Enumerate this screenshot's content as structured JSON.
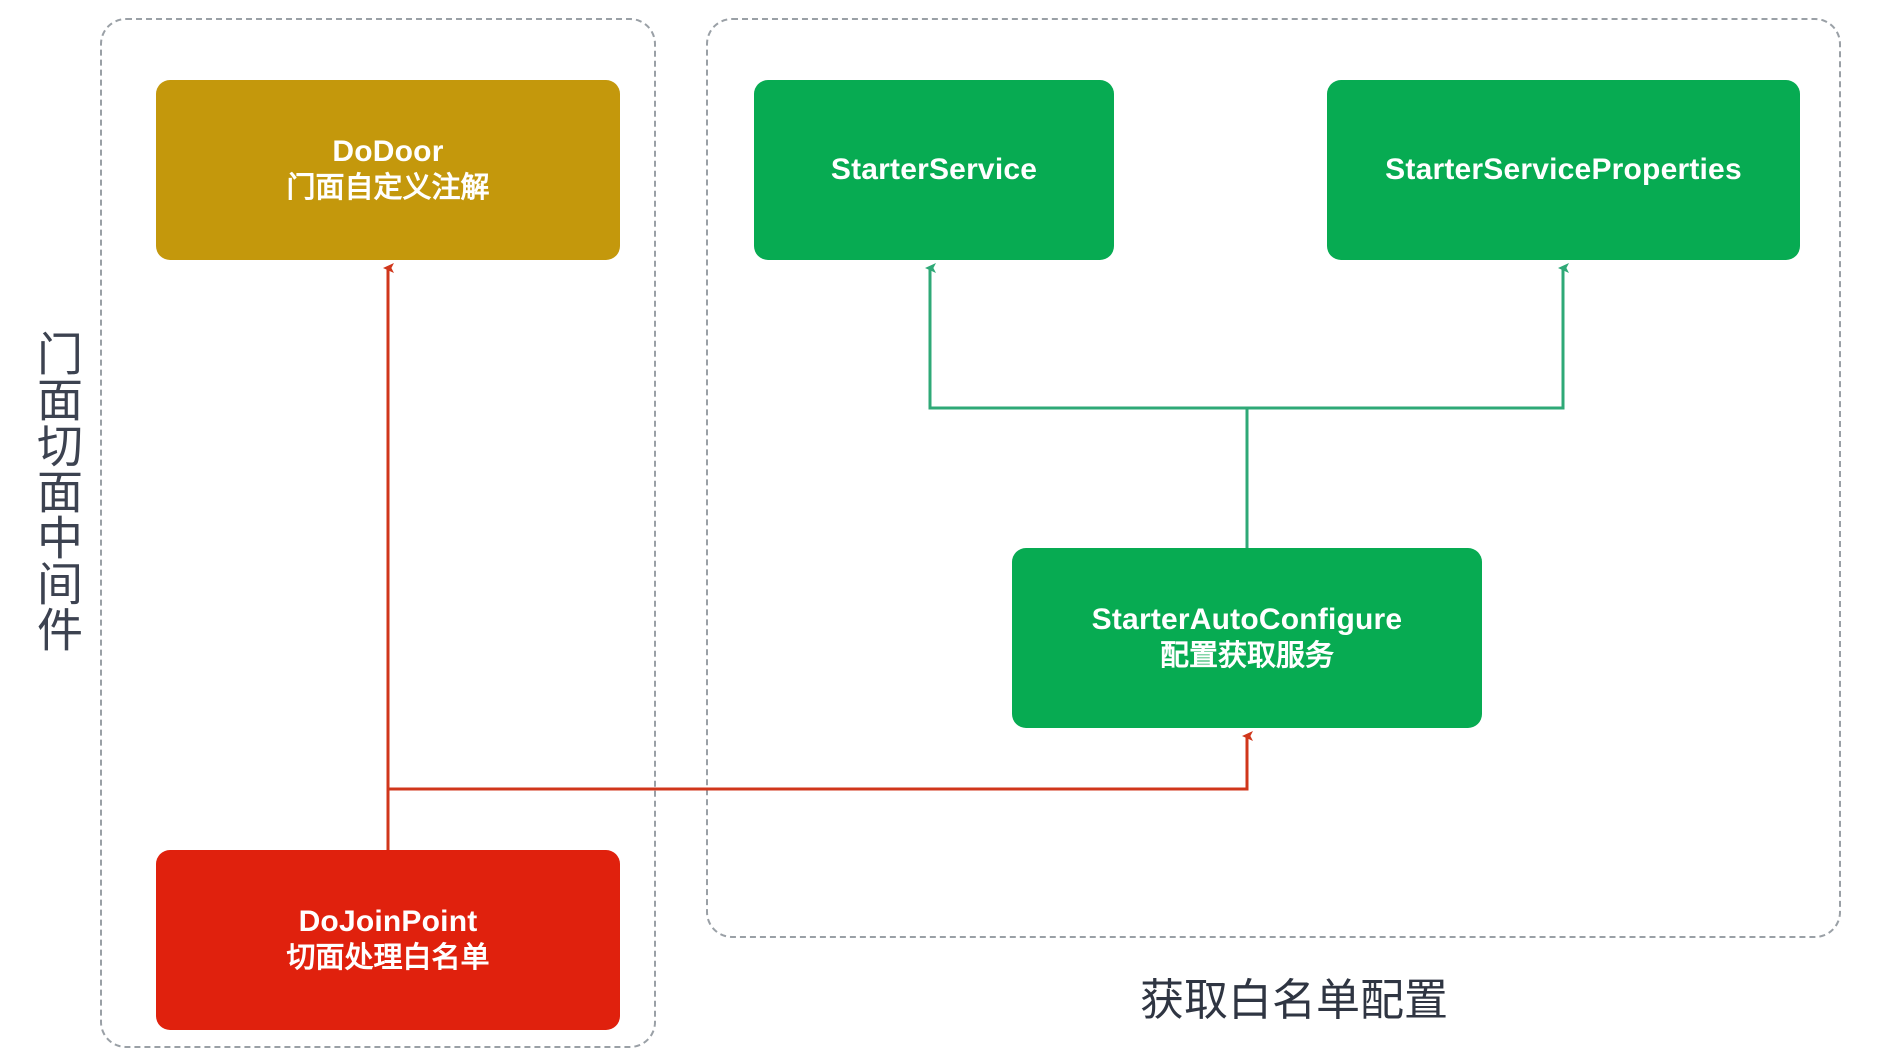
{
  "diagram": {
    "title_side_vertical": "门面切面中间件",
    "caption_bottom": "获取白名单配置",
    "groups": [
      {
        "id": "left",
        "label": "门面切面中间件",
        "style": "dashed"
      },
      {
        "id": "right",
        "label": "获取白名单配置",
        "style": "dashed"
      }
    ],
    "colors": {
      "gold": "#C4980C",
      "red": "#E0210D",
      "green": "#07AB52",
      "dashed_border": "#9AA0A6",
      "arrow_red": "#D0361B",
      "arrow_green": "#2FA977",
      "text_dark": "#3C4250",
      "node_text": "#FFFFFF",
      "background": "#FFFFFF"
    },
    "nodes": [
      {
        "id": "dodoor",
        "title": "DoDoor",
        "subtitle": "门面自定义注解",
        "color": "#C4980C",
        "group": "left"
      },
      {
        "id": "dojoinpoint",
        "title": "DoJoinPoint",
        "subtitle": "切面处理白名单",
        "color": "#E0210D",
        "group": "left"
      },
      {
        "id": "starterservice",
        "title": "StarterService",
        "subtitle": "",
        "color": "#07AB52",
        "group": "right"
      },
      {
        "id": "starterserviceproperties",
        "title": "StarterServiceProperties",
        "subtitle": "",
        "color": "#07AB52",
        "group": "right"
      },
      {
        "id": "starterautoconfigure",
        "title": "StarterAutoConfigure",
        "subtitle": "配置获取服务",
        "color": "#07AB52",
        "group": "right"
      }
    ],
    "edges": [
      {
        "id": "edge-dojoinpoint-dodoor",
        "from": "dojoinpoint",
        "to": "dodoor",
        "color": "#D0361B"
      },
      {
        "id": "edge-dojoinpoint-autoconfigure",
        "from": "dojoinpoint",
        "to": "starterautoconfigure",
        "color": "#D0361B"
      },
      {
        "id": "edge-autoconfigure-starterservice",
        "from": "starterautoconfigure",
        "to": "starterservice",
        "color": "#2FA977"
      },
      {
        "id": "edge-autoconfigure-starterserviceprops",
        "from": "starterautoconfigure",
        "to": "starterserviceproperties",
        "color": "#2FA977"
      }
    ]
  }
}
